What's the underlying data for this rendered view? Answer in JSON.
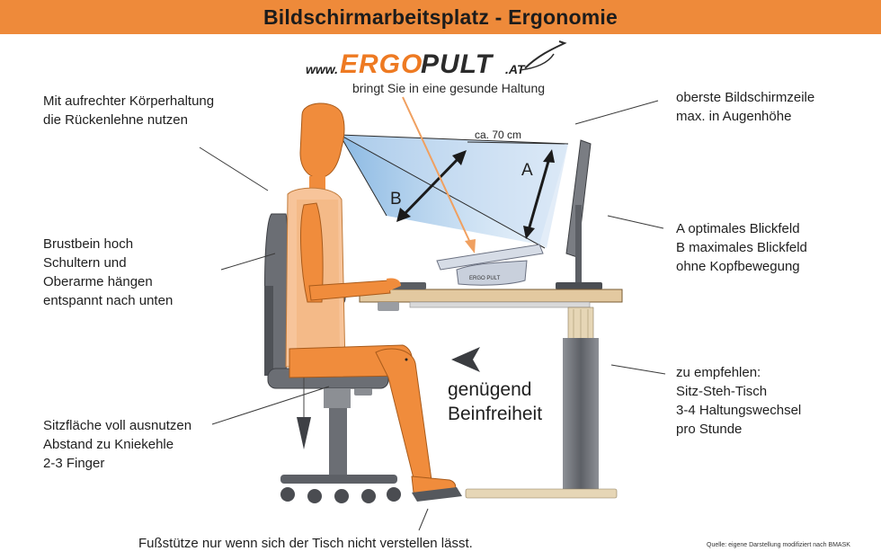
{
  "title": "Bildschirmarbeitsplatz - Ergonomie",
  "logo": {
    "www": "www.",
    "ergo": "ERGO",
    "pult": "PULT",
    "at": ".AT"
  },
  "tagline": "bringt Sie in eine gesunde Haltung",
  "labels": {
    "back": [
      "Mit aufrechter Körperhaltung",
      "die Rückenlehne nutzen"
    ],
    "chest": [
      "Brustbein hoch",
      "Schultern und",
      "Oberarme hängen",
      "entspannt nach unten"
    ],
    "seat": [
      "Sitzfläche voll ausnutzen",
      "Abstand zu Kniekehle",
      "2-3 Finger"
    ],
    "screen_top": [
      "oberste Bildschirmzeile",
      "max. in Augenhöhe"
    ],
    "field": [
      "A optimales Blickfeld",
      "B maximales Blickfeld",
      "ohne Kopfbewegung"
    ],
    "desk": [
      "zu empfehlen:",
      "Sitz-Steh-Tisch",
      "3-4 Haltungswechsel",
      "pro Stunde"
    ],
    "legroom": [
      "genügend",
      "Beinfreiheit"
    ],
    "footrest": "Fußstütze nur wenn sich der Tisch nicht verstellen lässt.",
    "distance": "ca. 70 cm",
    "marker_a": "A",
    "marker_b": "B",
    "source": "Quelle: eigene Darstellung modifiziert nach BMASK"
  },
  "colors": {
    "header": "#ee8a3a",
    "body": "#f08c3c",
    "chair": "#6b6e74",
    "desk": "#e3c9a0",
    "view": "#9fc6ea"
  }
}
